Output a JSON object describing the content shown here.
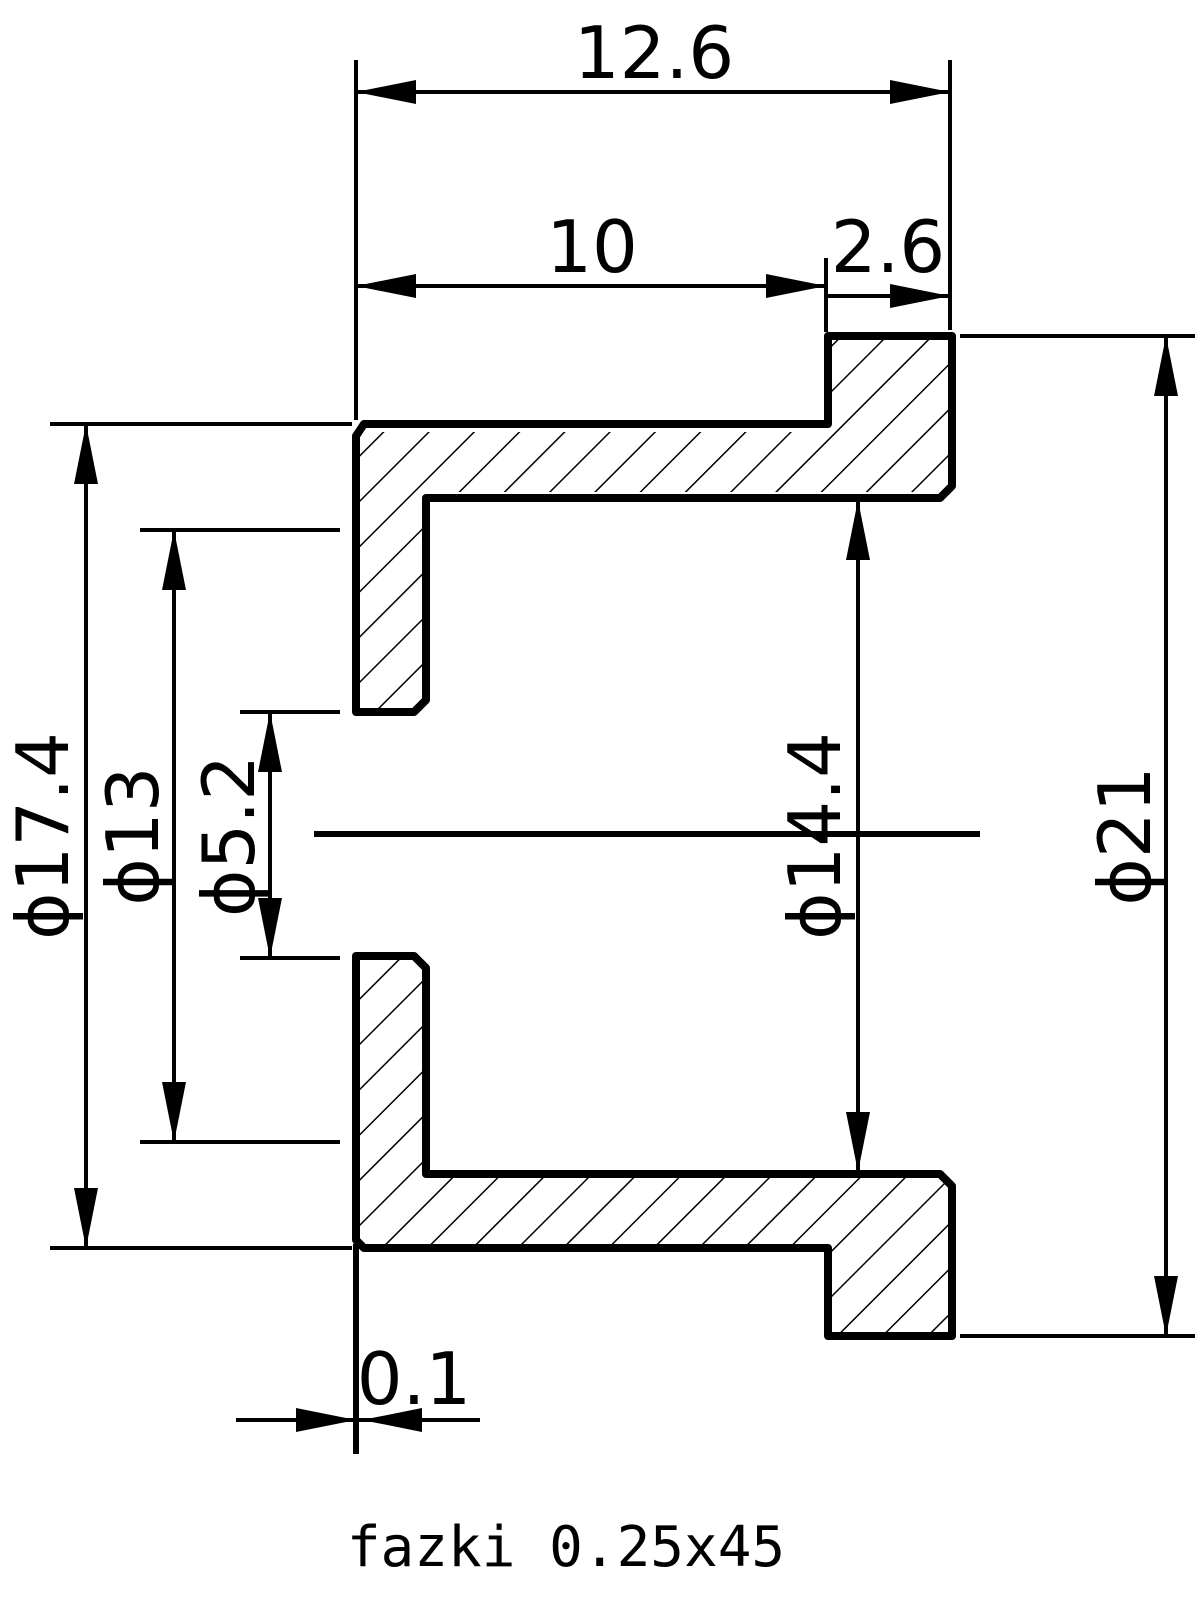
{
  "dimensions": {
    "overall_length": "12.6",
    "body_length": "10",
    "flange_thickness": "2.6",
    "dia_flange": "ϕ21",
    "dia_body_outer": "ϕ17.4",
    "dia_pocket": "ϕ13",
    "dia_hole": "ϕ5.2",
    "dia_body_inner": "ϕ14.4",
    "step_offset": "0.1"
  },
  "note": "fazki 0.25x45",
  "colors": {
    "line": "#000000",
    "background": "#ffffff"
  }
}
